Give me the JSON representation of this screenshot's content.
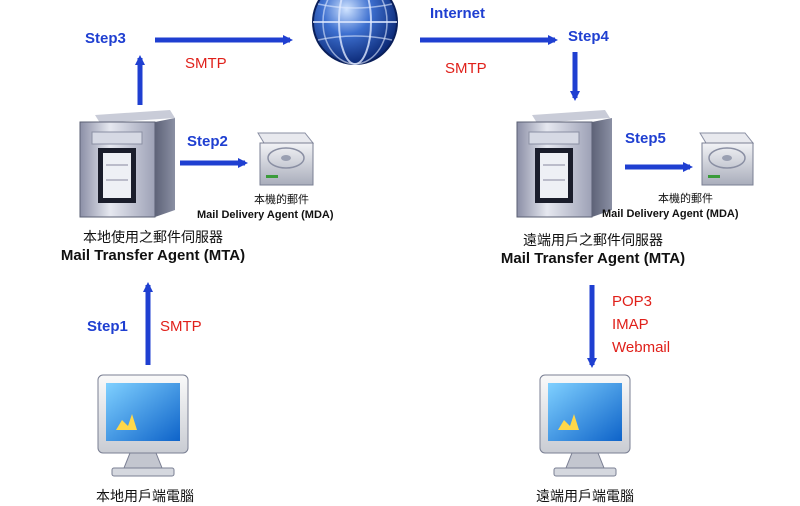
{
  "labels": {
    "internet": "Internet",
    "step1": "Step1",
    "step2": "Step2",
    "step3": "Step3",
    "step4": "Step4",
    "step5": "Step5",
    "smtp_top_left": "SMTP",
    "smtp_top_right": "SMTP",
    "smtp_left": "SMTP",
    "pop3": "POP3",
    "imap": "IMAP",
    "webmail": "Webmail"
  },
  "local_server": {
    "name_zh": "本地使用之郵件伺服器",
    "name_en": "Mail Transfer Agent (MTA)",
    "storage_zh": "本機的郵件",
    "storage_en": "Mail Delivery Agent (MDA)"
  },
  "remote_server": {
    "name_zh": "遠端用戶之郵件伺服器",
    "name_en": "Mail Transfer Agent (MTA)",
    "storage_zh": "本機的郵件",
    "storage_en": "Mail Delivery Agent (MDA)"
  },
  "local_client": {
    "name_zh": "本地用戶端電腦"
  },
  "remote_client": {
    "name_zh": "遠端用戶端電腦"
  },
  "colors": {
    "arrow": "#1f3fd1",
    "protocol": "#e0201a"
  }
}
